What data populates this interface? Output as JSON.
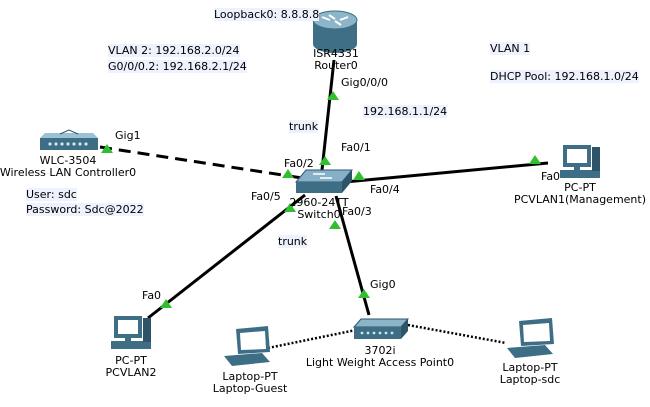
{
  "notes": {
    "loopback": "Loopback0: 8.8.8.8",
    "vlan2_line1": "VLAN 2: 192.168.2.0/24",
    "vlan2_line2": "G0/0/0.2: 192.168.2.1/24",
    "vlan1_title": "VLAN 1",
    "dhcp_pool": "DHCP Pool: 192.168.1.0/24",
    "router_ip": "192.168.1.1/24",
    "creds_user": "User: sdc",
    "creds_pass": "Password: Sdc@2022",
    "trunk_upper": "trunk",
    "trunk_lower": "trunk"
  },
  "devices": {
    "router": {
      "model": "ISR4331",
      "name": "Router0"
    },
    "switch": {
      "model": "2960-24TT",
      "name": "Switch0"
    },
    "wlc": {
      "model": "WLC-3504",
      "name": "Wireless LAN Controller0"
    },
    "pc_mgmt": {
      "model": "PC-PT",
      "name": "PCVLAN1(Management)"
    },
    "pc_vlan2": {
      "model": "PC-PT",
      "name": "PCVLAN2"
    },
    "laptop_guest": {
      "model": "Laptop-PT",
      "name": "Laptop-Guest"
    },
    "laptop_sdc": {
      "model": "Laptop-PT",
      "name": "Laptop-sdc"
    },
    "ap": {
      "model": "3702i",
      "name": "Light Weight Access Point0"
    }
  },
  "ports": {
    "router_g000": "Gig0/0/0",
    "sw_fa01": "Fa0/1",
    "sw_fa02": "Fa0/2",
    "wlc_gig1": "Gig1",
    "sw_fa04": "Fa0/4",
    "pc_mgmt_fa0": "Fa0",
    "sw_fa05": "Fa0/5",
    "sw_fa03": "Fa0/3",
    "pc_vlan2_fa0": "Fa0",
    "ap_gig0": "Gig0"
  }
}
